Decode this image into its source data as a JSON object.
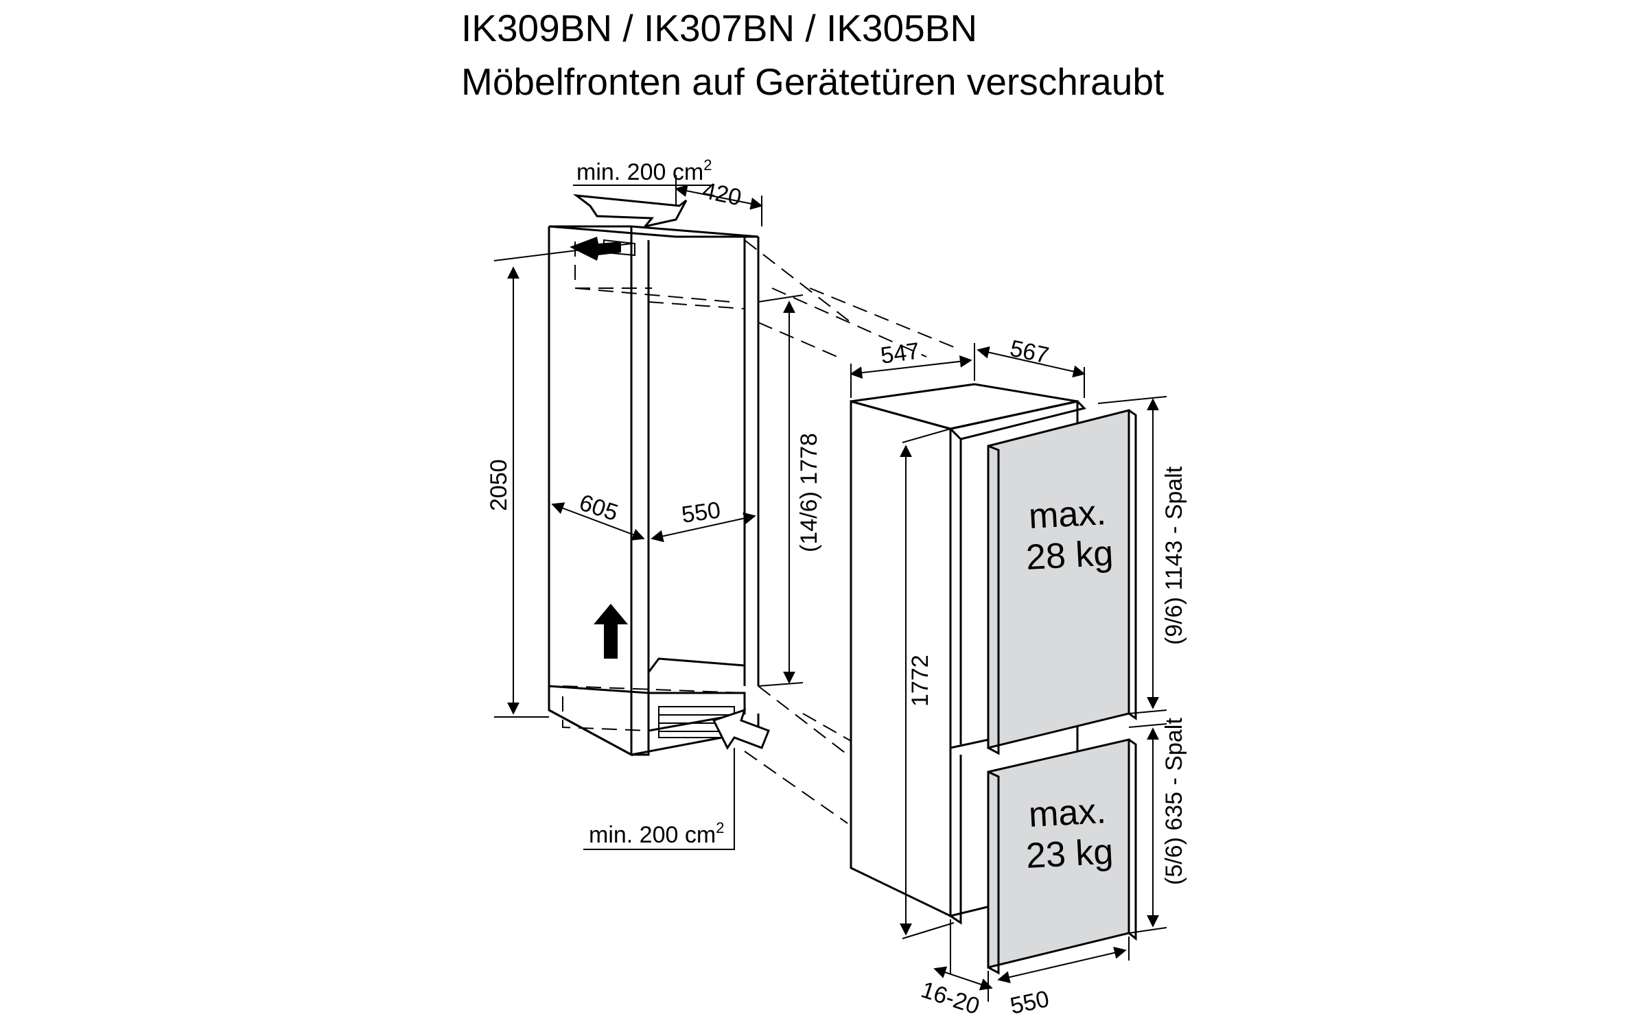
{
  "header": {
    "title_line1": "IK309BN / IK307BN / IK305BN",
    "title_line2": "Möbelfronten auf Gerätetüren verschraubt"
  },
  "niche": {
    "vent_top": "min. 200 cm",
    "vent_top_sup": "2",
    "vent_bottom": "min. 200 cm",
    "vent_bottom_sup": "2",
    "depth_top": "420",
    "height": "2050",
    "depth_outer": "605",
    "width_inner": "550",
    "niche_height": "(14/6) 1778"
  },
  "appliance": {
    "depth": "547",
    "width": "567",
    "height": "1772",
    "upper_gap": "(9/6)  1143  -  Spalt",
    "lower_gap": "(5/6)  635  -  Spalt",
    "front_gap": "16-20",
    "front_width": "550",
    "upper_panel_line1": "max.",
    "upper_panel_line2": "28 kg",
    "lower_panel_line1": "max.",
    "lower_panel_line2": "23 kg"
  },
  "colors": {
    "panel_fill": "#d9dadc",
    "line": "#000000"
  }
}
